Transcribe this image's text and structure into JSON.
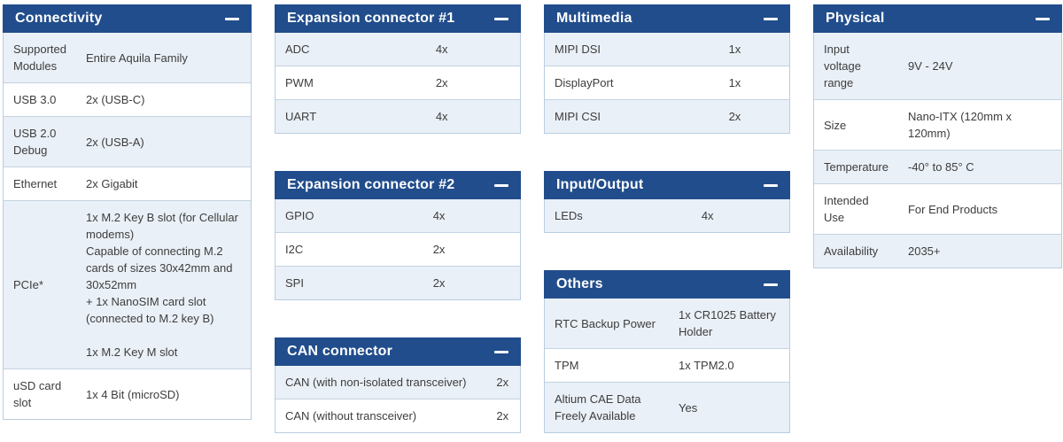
{
  "ui": {
    "header_bg_color": "#214d8c",
    "header_text_color": "#ffffff",
    "row_alt_color": "#eaf0f7",
    "border_color": "#b9cde0",
    "text_color": "#3d3d3d",
    "collapse_icon": {
      "name": "collapse-minus-icon",
      "glyph": "—"
    }
  },
  "panels": [
    {
      "id": "connectivity",
      "title": "Connectivity",
      "rows": [
        {
          "label": "Supported Modules",
          "value": "Entire Aquila Family"
        },
        {
          "label": "USB 3.0",
          "value": "2x (USB-C)"
        },
        {
          "label": "USB 2.0 Debug",
          "value": "2x (USB-A)"
        },
        {
          "label": "Ethernet",
          "value": "2x Gigabit"
        },
        {
          "label": "PCIe*",
          "value": "1x M.2 Key B slot (for Cellular modems)\nCapable of connecting M.2 cards of sizes 30x42mm and 30x52mm\n+ 1x NanoSIM card slot (connected to M.2 key B)\n\n1x M.2 Key M slot"
        },
        {
          "label": "uSD card slot",
          "value": "1x 4 Bit (microSD)"
        }
      ]
    },
    {
      "id": "expansion-connector-1",
      "title": "Expansion connector #1",
      "rows": [
        {
          "label": "ADC",
          "value": "4x"
        },
        {
          "label": "PWM",
          "value": "2x"
        },
        {
          "label": "UART",
          "value": "4x"
        }
      ]
    },
    {
      "id": "expansion-connector-2",
      "title": "Expansion connector #2",
      "rows": [
        {
          "label": "GPIO",
          "value": "4x"
        },
        {
          "label": "I2C",
          "value": "2x"
        },
        {
          "label": "SPI",
          "value": "2x"
        }
      ]
    },
    {
      "id": "can-connector",
      "title": "CAN connector",
      "rows": [
        {
          "label": "CAN (with non-isolated transceiver)",
          "value": "2x"
        },
        {
          "label": "CAN (without transceiver)",
          "value": "2x"
        }
      ]
    },
    {
      "id": "multimedia",
      "title": "Multimedia",
      "rows": [
        {
          "label": "MIPI DSI",
          "value": "1x"
        },
        {
          "label": "DisplayPort",
          "value": "1x"
        },
        {
          "label": "MIPI CSI",
          "value": "2x"
        }
      ]
    },
    {
      "id": "input-output",
      "title": "Input/Output",
      "rows": [
        {
          "label": "LEDs",
          "value": "4x"
        }
      ]
    },
    {
      "id": "others",
      "title": "Others",
      "rows": [
        {
          "label": "RTC Backup Power",
          "value": "1x CR1025 Battery Holder"
        },
        {
          "label": "TPM",
          "value": "1x TPM2.0"
        },
        {
          "label": "Altium CAE Data Freely Available",
          "value": "Yes"
        }
      ]
    },
    {
      "id": "physical",
      "title": "Physical",
      "rows": [
        {
          "label": "Input voltage range",
          "value": "9V - 24V"
        },
        {
          "label": "Size",
          "value": "Nano-ITX (120mm x 120mm)"
        },
        {
          "label": "Temperature",
          "value": "-40° to 85° C"
        },
        {
          "label": "Intended Use",
          "value": "For End Products"
        },
        {
          "label": "Availability",
          "value": "2035+"
        }
      ]
    }
  ]
}
